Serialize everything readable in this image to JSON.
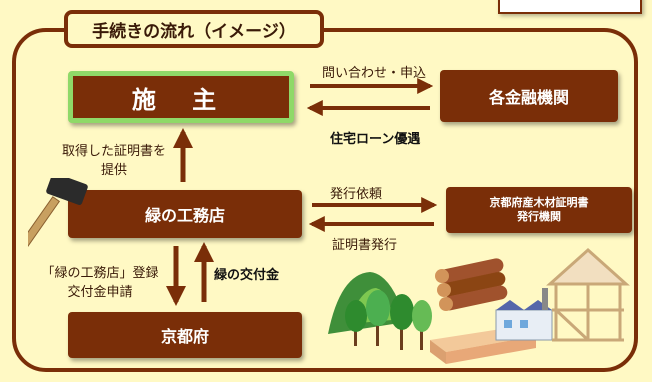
{
  "title": "手続きの流れ（イメージ）",
  "nodes": {
    "owner": "施 主",
    "bank": "各金融機関",
    "koumuten": "緑の工務店",
    "cert_l1": "京都府産木材証明書",
    "cert_l2": "発行機関",
    "pref": "京都府"
  },
  "labels": {
    "inquiry": "問い合わせ・申込",
    "loan": "住宅ローン優遇",
    "provide_l1": "取得した証明書を",
    "provide_l2": "提供",
    "request_issue": "発行依頼",
    "cert_issue": "証明書発行",
    "register_l1": "「緑の工務店」登録",
    "register_l2": "交付金申請",
    "grant": "緑の交付金"
  },
  "colors": {
    "background": "#fff9c4",
    "brown": "#7a2e08",
    "owner_border": "#8fd968"
  },
  "icons": [
    "hammer-icon",
    "mountain-forest-icon",
    "log-pile-icon",
    "lumber-stack-icon",
    "factory-icon",
    "house-frame-icon"
  ]
}
